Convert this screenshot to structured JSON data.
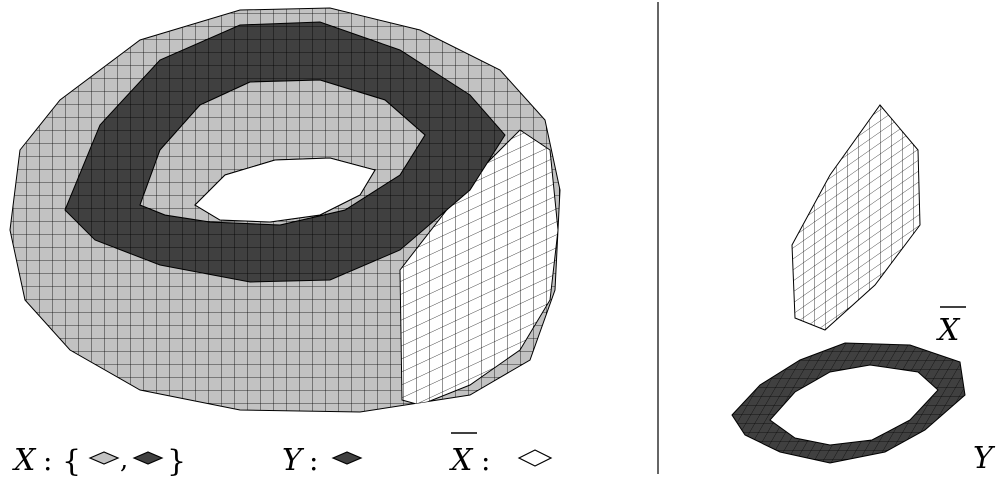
{
  "colors": {
    "gray_face": "#c2c2c2",
    "dark_face": "#404040",
    "white_face": "#ffffff",
    "edge": "#000000",
    "divider": "#000000"
  },
  "legend": {
    "x_label": "X",
    "x_colon": ":",
    "x_open": "{",
    "x_comma": ",",
    "x_close": "}",
    "y_label": "Y",
    "y_colon": ":",
    "xbar_label": "X",
    "xbar_colon": ":"
  },
  "right_panel": {
    "xbar_label": "X",
    "y_label": "Y"
  }
}
